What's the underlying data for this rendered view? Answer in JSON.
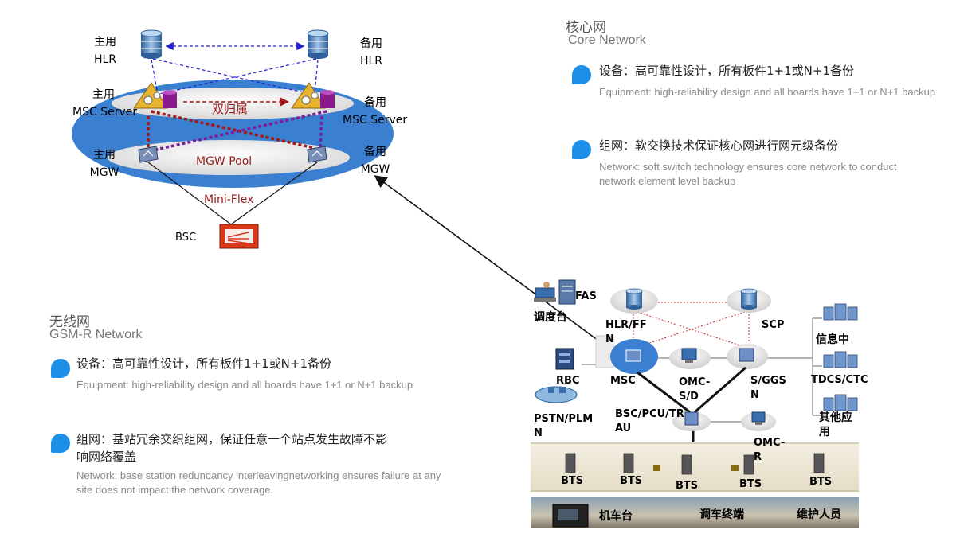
{
  "core": {
    "title_cn": "核心网",
    "title_en": "Core Network",
    "equip_cn": "设备：高可靠性设计，所有板件1+1或N+1备份",
    "equip_en": "Equipment: high-reliability design and all boards have 1+1 or N+1 backup",
    "net_cn": "组网：软交换技术保证核心网进行网元级备份",
    "net_en": "Network: soft switch technology ensures core network to conduct network  element level backup"
  },
  "wireless": {
    "title_cn": "无线网",
    "title_en": "GSM-R Network",
    "equip_cn": "设备：高可靠性设计，所有板件1+1或N+1备份",
    "equip_en": "Equipment: high-reliability design and all boards have 1+1 or N+1 backup",
    "net_cn": "组网：基站冗余交织组网，保证任意一个站点发生故障不影响网络覆盖",
    "net_en": "Network: base station redundancy interleavingnetworking ensures  failure at any site does not impact the network coverage."
  },
  "top_diagram": {
    "main_hlr_1": "主用",
    "main_hlr_2": "HLR",
    "backup_hlr_1": "备用",
    "backup_hlr_2": "HLR",
    "main_msc_1": "主用",
    "main_msc_2": "MSC Server",
    "backup_msc_1": "备用",
    "backup_msc_2": "MSC Server",
    "dual_homing": "双归属",
    "main_mgw_1": "主用",
    "main_mgw_2": "MGW",
    "backup_mgw_1": "备用",
    "backup_mgw_2": "MGW",
    "mgw_pool": "MGW  Pool",
    "mini_flex": "Mini-Flex",
    "bsc": "BSC"
  },
  "network": {
    "fas": "FAS",
    "dispatch": "调度台",
    "hlr_ff": "HLR/FFN",
    "scp": "SCP",
    "info": "信息中",
    "rbc": "RBC",
    "msc": "MSC",
    "omc_sd": "OMC-S/D",
    "sggsn": "S/GGSN",
    "tdcs": "TDCS/CTC",
    "other_app": "其他应用",
    "pstn": "PSTN/PLMN",
    "bsc_pcu": "BSC/PCU/TRAU",
    "omc_r": "OMC-R",
    "bts": [
      "BTS",
      "BTS",
      "BTS",
      "BTS",
      "BTS"
    ],
    "terminal_cab": "机车台",
    "terminal_shunt": "调车终端",
    "terminal_maint": "维护人员"
  },
  "colors": {
    "ellipse_blue": "#3b7fd0",
    "bullet_blue": "#1e8fe6",
    "dashed_red": "#a01818",
    "dashed_purple": "#7a1f9a",
    "label_red": "#9b1c1c"
  }
}
